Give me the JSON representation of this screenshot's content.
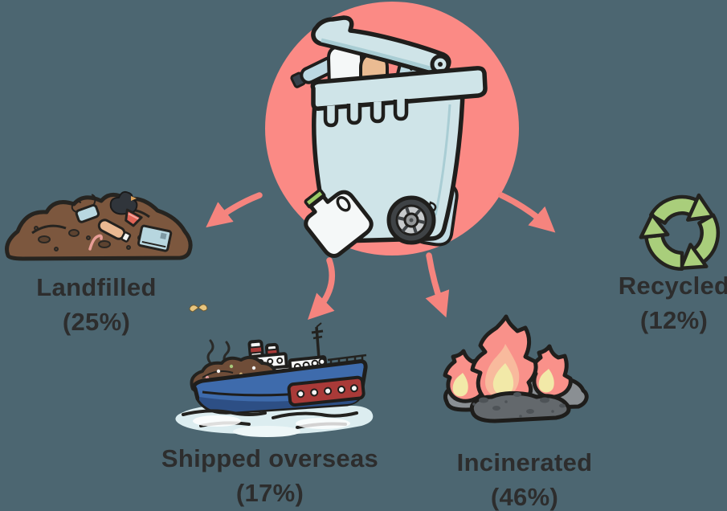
{
  "colors": {
    "background": "#4C6671",
    "circle": "#FB8A85",
    "arrow": "#F5847E",
    "text": "#2D2D2D",
    "recycle_green": "#A9CE7B"
  },
  "center": {
    "icon": "trash-bin-icon"
  },
  "destinations": [
    {
      "id": "landfilled",
      "icon": "landfill-icon",
      "label": "Landfilled",
      "percent_label": "(25%)",
      "value_percent": 25
    },
    {
      "id": "shipped-overseas",
      "icon": "cargo-ship-icon",
      "label": "Shipped overseas",
      "percent_label": "(17%)",
      "value_percent": 17
    },
    {
      "id": "incinerated",
      "icon": "fire-icon",
      "label": "Incinerated",
      "percent_label": "(46%)",
      "value_percent": 46
    },
    {
      "id": "recycled",
      "icon": "recycle-icon",
      "label": "Recycled",
      "percent_label": "(12%)",
      "value_percent": 12
    }
  ]
}
